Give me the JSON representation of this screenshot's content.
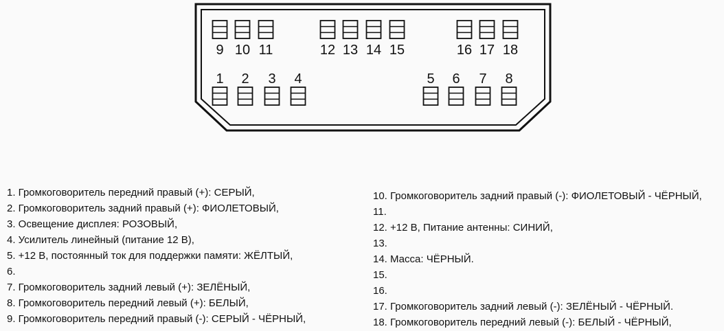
{
  "connector": {
    "top_row": [
      "9",
      "10",
      "11",
      "12",
      "13",
      "14",
      "15",
      "16",
      "17",
      "18"
    ],
    "bottom_row": [
      "1",
      "2",
      "3",
      "4",
      "5",
      "6",
      "7",
      "8"
    ]
  },
  "legend": {
    "left": [
      "1. Громкоговоритель передний правый (+): СЕРЫЙ,",
      "2. Громкоговоритель задний правый (+): ФИОЛЕТОВЫЙ,",
      "3. Освещение дисплея: РОЗОВЫЙ,",
      "4. Усилитель линейный (питание 12 В),",
      "5. +12 В, постоянный ток для поддержки памяти: ЖЁЛТЫЙ,",
      "6.",
      "7. Громкоговоритель задний левый (+): ЗЕЛЁНЫЙ,",
      "8. Громкоговоритель передний левый (+): БЕЛЫЙ,",
      "9. Громкоговоритель передний правый (-): СЕРЫЙ - ЧЁРНЫЙ,"
    ],
    "right": [
      "10. Громкоговоритель задний правый (-): ФИОЛЕТОВЫЙ - ЧЁРНЫЙ,",
      "11.",
      "12. +12 В, Питание антенны: СИНИЙ,",
      "13.",
      "14. Масса: ЧЁРНЫЙ.",
      "15.",
      "16.",
      "17. Громкоговоритель задний левый (-): ЗЕЛЁНЫЙ - ЧЁРНЫЙ.",
      "18. Громкоговоритель передний левый (-): БЕЛЫЙ - ЧЁРНЫЙ,"
    ]
  }
}
